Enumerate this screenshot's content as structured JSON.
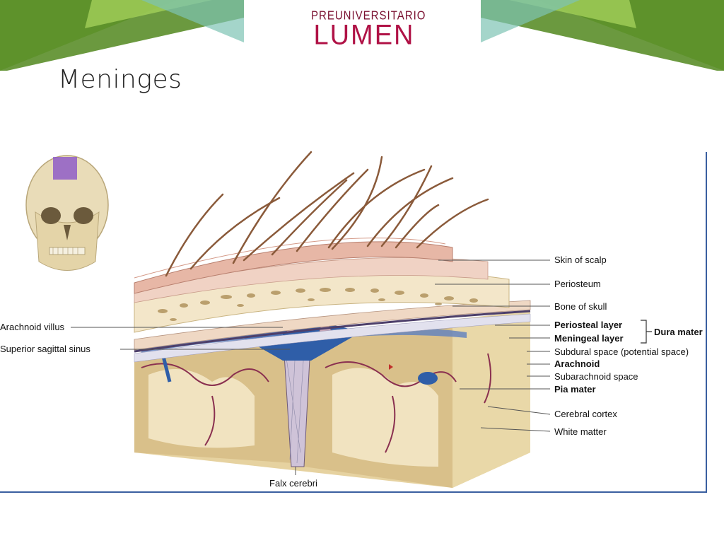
{
  "header": {
    "logo_top": "PREUNIVERSITARIO",
    "logo_main": "LUMEN",
    "colors": {
      "banner_green": "#7fb23a",
      "banner_dark": "#5b8e2a",
      "banner_teal": "#7ec3b3",
      "logo": "#b01246"
    }
  },
  "slide": {
    "title": "Meninges"
  },
  "diagram": {
    "labels_right": [
      "Skin of scalp",
      "Periosteum",
      "Bone of skull",
      "Periosteal layer",
      "Meningeal layer",
      "Subdural space (potential space)",
      "Arachnoid",
      "Subarachnoid space",
      "Pia mater",
      "Cerebral cortex",
      "White matter"
    ],
    "bracket_label": "Dura mater",
    "labels_left": [
      "Arachnoid villus",
      "Superior sagittal sinus"
    ],
    "label_bottom": "Falx cerebri"
  }
}
